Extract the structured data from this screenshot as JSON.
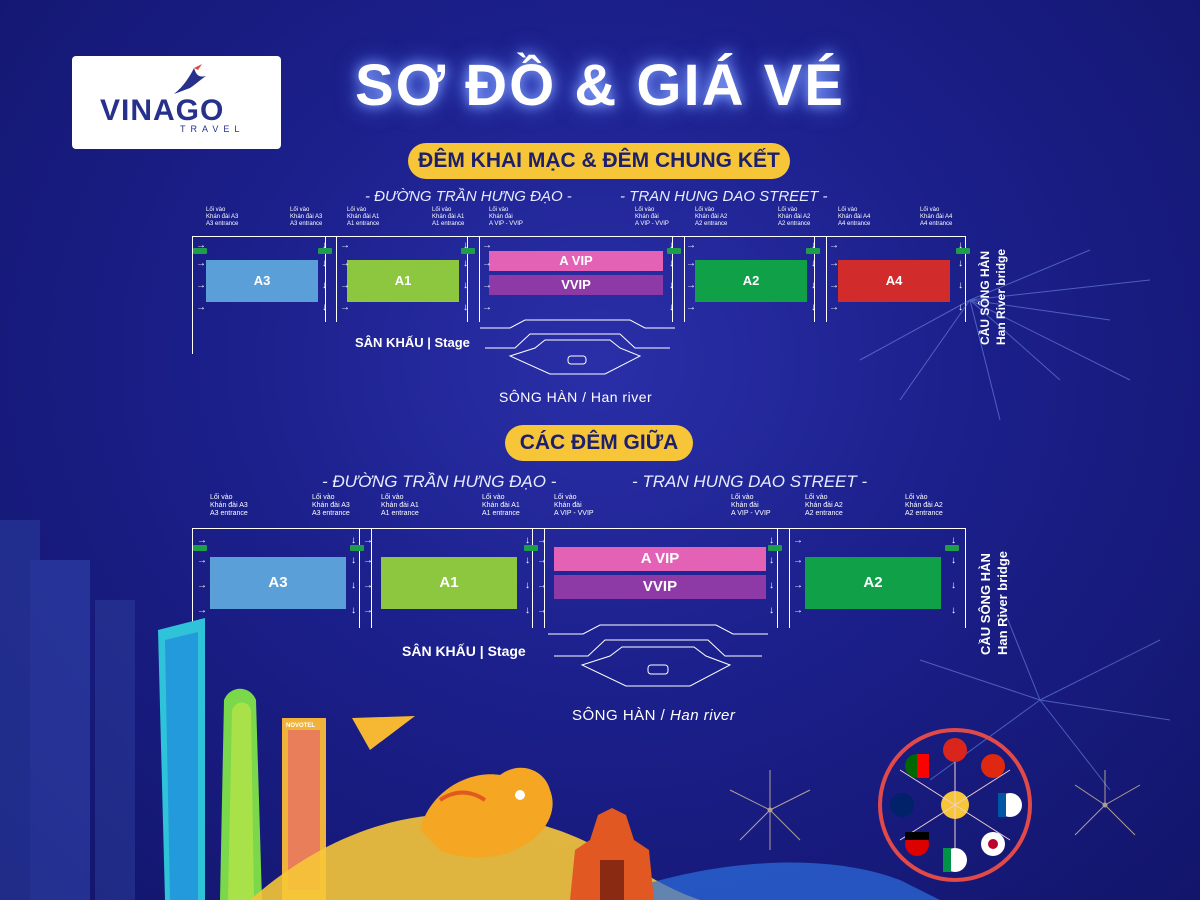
{
  "logo": {
    "brand": "VINAGO",
    "sub": "TRAVEL"
  },
  "title": "SƠ ĐỒ & GIÁ VÉ",
  "section1": {
    "heading": "ĐÊM KHAI MẠC & ĐÊM CHUNG KẾT",
    "street_vi": "- ĐƯỜNG TRẦN HƯNG ĐẠO -",
    "street_en": "- TRAN HUNG DAO STREET -",
    "entrances": [
      {
        "vi": "Lối vào",
        "vi2": "Khán đài A3",
        "en": "A3 entrance"
      },
      {
        "vi": "Lối vào",
        "vi2": "Khán đài A3",
        "en": "A3 entrance"
      },
      {
        "vi": "Lối vào",
        "vi2": "Khán đài A1",
        "en": "A1 entrance"
      },
      {
        "vi": "Lối vào",
        "vi2": "Khán đài A1",
        "en": "A1 entrance"
      },
      {
        "vi": "Lối vào",
        "vi2": "Khán đài",
        "en": "A VIP - VVIP"
      },
      {
        "vi": "Lối vào",
        "vi2": "Khán đài",
        "en": "A VIP - VVIP"
      },
      {
        "vi": "Lối vào",
        "vi2": "Khán đài A2",
        "en": "A2 entrance"
      },
      {
        "vi": "Lối vào",
        "vi2": "Khán đài A2",
        "en": "A2 entrance"
      },
      {
        "vi": "Lối vào",
        "vi2": "Khán đài A4",
        "en": "A4 entrance"
      },
      {
        "vi": "Lối vào",
        "vi2": "Khán đài A4",
        "en": "A4 entrance"
      }
    ],
    "blocks": {
      "a3": "A3",
      "a1": "A1",
      "avip": "A VIP",
      "vvip": "VVIP",
      "a2": "A2",
      "a4": "A4"
    },
    "stage": "SÂN KHẤU | Stage",
    "river": "SÔNG HÀN / Han river",
    "bridge_vi": "CẦU SÔNG HÀN",
    "bridge_en": "Han River bridge"
  },
  "section2": {
    "heading": "CÁC ĐÊM GIỮA",
    "street_vi": "- ĐƯỜNG TRẦN HƯNG ĐẠO -",
    "street_en": "- TRAN HUNG DAO STREET -",
    "entrances": [
      {
        "vi": "Lối vào",
        "vi2": "Khán đài A3",
        "en": "A3 entrance"
      },
      {
        "vi": "Lối vào",
        "vi2": "Khán đài A3",
        "en": "A3 entrance"
      },
      {
        "vi": "Lối vào",
        "vi2": "Khán đài A1",
        "en": "A1 entrance"
      },
      {
        "vi": "Lối vào",
        "vi2": "Khán đài A1",
        "en": "A1 entrance"
      },
      {
        "vi": "Lối vào",
        "vi2": "Khán đài",
        "en": "A VIP - VVIP"
      },
      {
        "vi": "Lối vào",
        "vi2": "Khán đài",
        "en": "A VIP - VVIP"
      },
      {
        "vi": "Lối vào",
        "vi2": "Khán đài A2",
        "en": "A2 entrance"
      },
      {
        "vi": "Lối vào",
        "vi2": "Khán đài A2",
        "en": "A2 entrance"
      }
    ],
    "blocks": {
      "a3": "A3",
      "a1": "A1",
      "avip": "A VIP",
      "vvip": "VVIP",
      "a2": "A2"
    },
    "stage": "SÂN KHẤU | Stage",
    "river_vi": "SÔNG HÀN / ",
    "river_en": "Han river",
    "bridge_vi": "CẦU SÔNG HÀN",
    "bridge_en": "Han River bridge"
  },
  "decor": {
    "hotel_sign": "NOVOTEL"
  },
  "colors": {
    "a3": "#5b9fd8",
    "a1": "#8dc63f",
    "avip": "#e462b5",
    "vvip": "#8e3aa6",
    "a2": "#10a048",
    "a4": "#d22b2b",
    "pill": "#f6c638",
    "exit": "#1e9e4a"
  }
}
